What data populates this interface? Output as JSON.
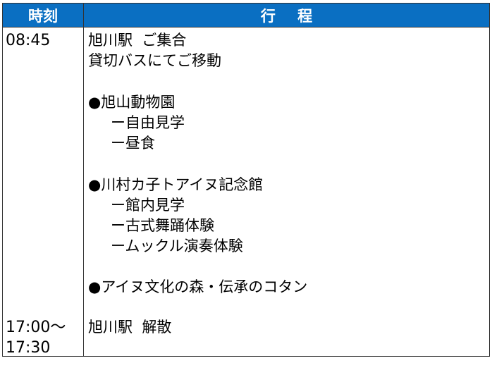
{
  "table": {
    "header": {
      "time": "時刻",
      "itinerary": "行 程"
    },
    "rows": [
      {
        "time": [
          "08:45"
        ],
        "lines": [
          "旭川駅  ご集合",
          "貸切バスにてご移動"
        ]
      },
      {
        "lines": [
          "●旭山動物園",
          "ー自由見学",
          "ー昼食"
        ]
      },
      {
        "lines": [
          "●川村カ子トアイヌ記念館",
          "ー館内見学",
          "ー古式舞踊体験",
          "ームックル演奏体験"
        ]
      },
      {
        "lines": [
          "●アイヌ文化の森・伝承のコタン"
        ]
      },
      {
        "time": [
          "17:00〜",
          "17:30"
        ],
        "lines": [
          "旭川駅  解散"
        ]
      }
    ]
  }
}
